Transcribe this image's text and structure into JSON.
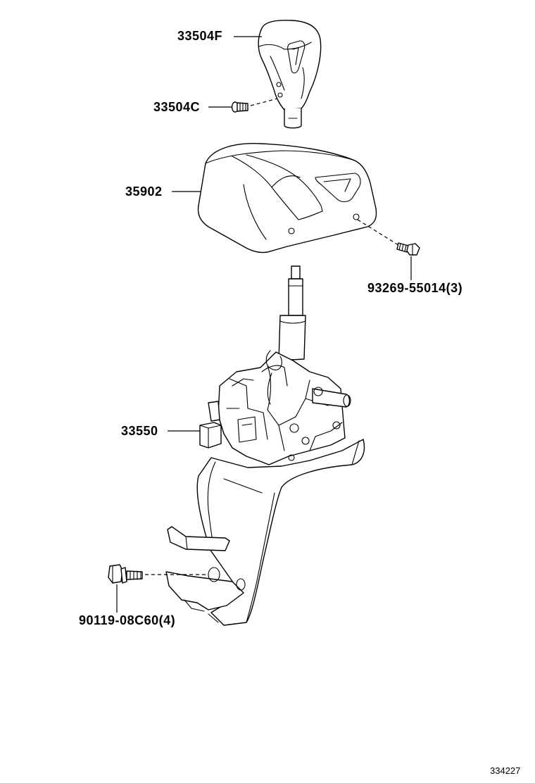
{
  "parts": [
    {
      "id": "knob",
      "number": "33504F",
      "icon": "shift-knob-icon"
    },
    {
      "id": "knob-screw",
      "number": "33504C",
      "icon": "screw-icon"
    },
    {
      "id": "cover",
      "number": "35902",
      "icon": "shift-lever-cover-icon"
    },
    {
      "id": "cover-screw",
      "number": "93269-55014(3)",
      "icon": "screw-icon"
    },
    {
      "id": "shift-lever-assembly",
      "number": "33550",
      "icon": "shift-lever-assembly-icon"
    },
    {
      "id": "bolt",
      "number": "90119-08C60(4)",
      "icon": "flange-bolt-icon"
    }
  ],
  "diagram_reference": "334227"
}
